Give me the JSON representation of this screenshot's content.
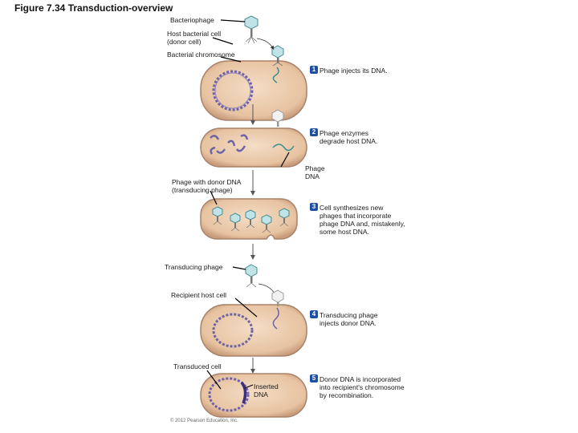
{
  "title": "Figure 7.34 Transduction-overview",
  "labels": {
    "bacteriophage": "Bacteriophage",
    "host_cell": "Host bacterial cell\n(donor cell)",
    "bacterial_chromosome": "Bacterial chromosome",
    "phage_with_donor_dna": "Phage with donor DNA\n(transducing phage)",
    "phage_dna": "Phage\nDNA",
    "transducing_phage": "Transducing phage",
    "recipient_host_cell": "Recipient host cell",
    "transduced_cell": "Transduced cell",
    "inserted_dna": "Inserted\nDNA"
  },
  "steps": [
    {
      "num": "1",
      "text": "Phage injects its DNA."
    },
    {
      "num": "2",
      "text": "Phage enzymes\ndegrade host DNA."
    },
    {
      "num": "3",
      "text": "Cell synthesizes new\nphages that incorporate\nphage DNA and, mistakenly,\nsome host DNA."
    },
    {
      "num": "4",
      "text": "Transducing phage\ninjects donor DNA."
    },
    {
      "num": "5",
      "text": "Donor DNA is incorporated\ninto recipient's chromosome\nby recombination."
    }
  ],
  "copyright": "© 2012 Pearson Education, Inc.",
  "colors": {
    "cell_fill": "#e9c9a8",
    "cell_rim": "#b99074",
    "cell_inner": "#f3dcc3",
    "chromosome": "#6f63a8",
    "phage_dna": "#3b8d8d",
    "phage_head": "#bfe3e6",
    "badge": "#1f4fa3"
  }
}
